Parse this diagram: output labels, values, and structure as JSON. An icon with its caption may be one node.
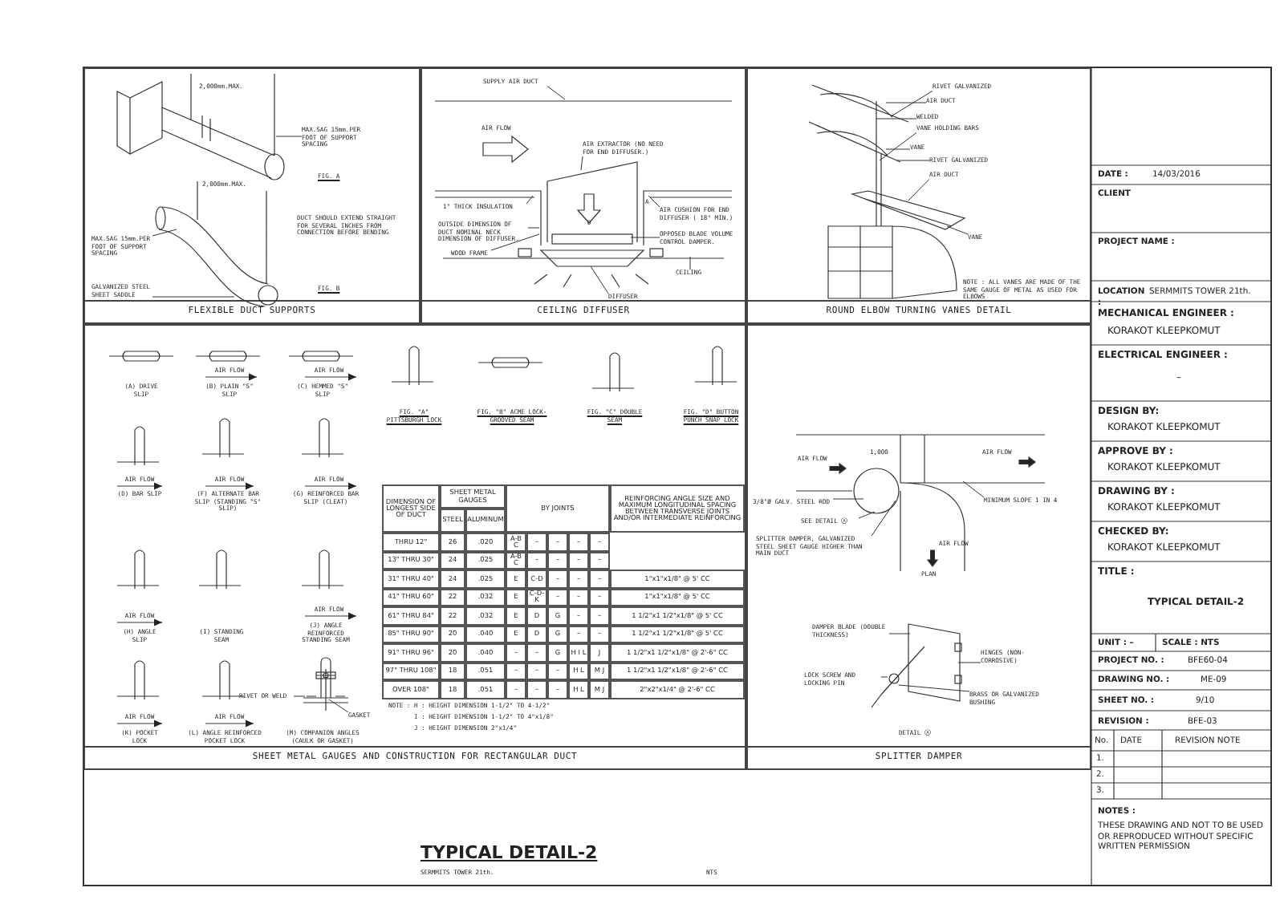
{
  "diagram": {
    "title": "TYPICAL DETAIL-2",
    "nodes": [
      {
        "text": [
          "FLEXIBLE DUCT SUPPORTS"
        ]
      },
      {
        "text": [
          "CEILING DIFFUSER"
        ]
      },
      {
        "text": [
          "ROUND ELBOW TURNING VANES DETAIL"
        ]
      },
      {
        "text": [
          "SHEET METAL GAUGES AND CONSTRUCTION FOR RECTANGULAR DUCT"
        ]
      },
      {
        "text": [
          "SPLITTER DAMPER"
        ]
      },
      {
        "text": [],
        "shape": "picture",
        "in": 0
      },
      {
        "text": [
          "MAX.SAG 15mm.PER FOOT OF SUPPORT SPACING"
        ],
        "in": 0
      },
      {
        "text": [
          "MAX.SAG 15mm.PER FOOT OF SUPPORT SPACING"
        ],
        "in": 5
      },
      {
        "text": [
          "GALVANIZED STEEL SHEET SADDLE"
        ],
        "in": 5
      },
      {
        "text": [],
        "shape": "picture",
        "in": 1
      },
      {
        "text": [
          "SUPPLY AIR DUCT"
        ],
        "in": 1
      },
      {
        "text": [
          "AIR EXTRACTOR (NO NEED FOR END DIFFUSER.)"
        ],
        "in": 9
      },
      {
        "text": [
          "1\" THICK INSULATION"
        ],
        "in": 9
      },
      {
        "text": [
          "OUTSIDE DIMENSION OF DUCT NOMINAL NECK DIMENSION OF DIFFUSER."
        ],
        "in": 9
      },
      {
        "text": [
          "AIR CUSHION FOR END DIFFUSER ( 18\" MIN.)"
        ],
        "in": 9
      },
      {
        "text": [
          "OPPOSED BLADE VOLUME CONTROL DAMPER."
        ],
        "in": 9
      },
      {
        "text": [
          "WOOD FRAME"
        ],
        "in": 9
      },
      {
        "text": [
          "CEILING"
        ],
        "in": 9
      },
      {
        "text": [
          "DIFFUSER"
        ],
        "in": 1
      },
      {
        "text": [],
        "shape": "picture",
        "in": 2
      },
      {
        "text": [
          "RIVET GALVANIZED"
        ],
        "in": 19
      },
      {
        "text": [
          "AIR DUCT"
        ],
        "in": 19
      },
      {
        "text": [
          "WELDED"
        ],
        "in": 19
      },
      {
        "text": [
          "VANE HOLDING BARS"
        ],
        "in": 19
      },
      {
        "text": [
          "VANE"
        ],
        "in": 19
      },
      {
        "text": [
          "RIVET GALVANIZED"
        ],
        "in": 19
      },
      {
        "text": [
          "AIR DUCT"
        ],
        "in": 19
      },
      {
        "text": [
          "VANE"
        ],
        "in": 19
      },
      {
        "text": [
          "RIVET OR WELD"
        ],
        "in": 3
      },
      {
        "text": [
          "GASKET"
        ],
        "in": 3
      },
      {
        "text": [],
        "shape": "picture",
        "in": 3
      },
      {
        "text": [],
        "shape": "picture",
        "in": 4
      },
      {
        "text": [
          "MINIMUM SLOPE 1 IN 4"
        ],
        "in": 31
      },
      {
        "text": [
          "3/8\"Ø GALV. STEEL ROD"
        ],
        "in": 4
      },
      {
        "text": [
          "SEE DETAIL Ⓐ"
        ],
        "in": 31
      },
      {
        "text": [
          "SPLITTER DAMPER, GALVANIZED STEEL SHEET GAUGE HIGHER THAN MAIN DUCT"
        ],
        "in": 31
      },
      {
        "text": [],
        "shape": "picture",
        "in": 4
      },
      {
        "text": [
          "DAMPER BLADE (DOUBLE THICKNESS)"
        ],
        "in": 4
      },
      {
        "text": [
          "LOCK SCREW AND LOCKING PIN"
        ],
        "in": 4
      },
      {
        "text": [
          "HINGES (NON-CORROSIVE)"
        ],
        "in": 4
      },
      {
        "text": [
          "BRASS OR GALVANIZED BUSHING"
        ],
        "in": 4
      }
    ],
    "edges": [
      {
        "from": 6,
        "to": 5,
        "arrow": "none"
      },
      {
        "from": 7,
        "to": 5,
        "arrow": "none"
      },
      {
        "from": 8,
        "to": 5,
        "arrow": "none"
      },
      {
        "from": 10,
        "to": 9,
        "arrow": "none"
      },
      {
        "from": 11,
        "to": 9,
        "arrow": "none"
      },
      {
        "from": 12,
        "to": 9,
        "arrow": "none"
      },
      {
        "from": 13,
        "to": 9,
        "arrow": "none"
      },
      {
        "from": 14,
        "to": 9,
        "arrow": "none"
      },
      {
        "from": 15,
        "to": 9,
        "arrow": "none"
      },
      {
        "from": 16,
        "to": 9,
        "arrow": "none"
      },
      {
        "from": 17,
        "to": 9,
        "arrow": "none"
      },
      {
        "from": 18,
        "to": 9,
        "arrow": "none"
      },
      {
        "from": 20,
        "to": 19,
        "arrow": "none"
      },
      {
        "from": 21,
        "to": 19,
        "arrow": "none"
      },
      {
        "from": 22,
        "to": 19,
        "arrow": "none"
      },
      {
        "from": 23,
        "to": 19,
        "arrow": "none"
      },
      {
        "from": 24,
        "to": 19,
        "arrow": "none"
      },
      {
        "from": 25,
        "to": 19,
        "arrow": "none"
      },
      {
        "from": 26,
        "to": 19,
        "arrow": "none"
      },
      {
        "from": 27,
        "to": 19,
        "arrow": "none"
      },
      {
        "from": 28,
        "to": 30,
        "arrow": "none"
      },
      {
        "from": 29,
        "to": 30,
        "arrow": "none"
      },
      {
        "from": 32,
        "to": 31,
        "arrow": "none"
      },
      {
        "from": 33,
        "to": 31,
        "arrow": "none"
      },
      {
        "from": 34,
        "to": 31,
        "arrow": "none"
      },
      {
        "from": 35,
        "to": 31,
        "arrow": "none"
      },
      {
        "from": 37,
        "to": 36,
        "arrow": "none"
      },
      {
        "from": 38,
        "to": 36,
        "arrow": "none"
      },
      {
        "from": 39,
        "to": 36,
        "arrow": "none"
      },
      {
        "from": 40,
        "to": 36,
        "arrow": "none"
      }
    ],
    "labels": [
      "2,000mm.MAX.",
      "FIG. A",
      "2,000mm.MAX.",
      "DUCT SHOULD EXTEND STRAIGHT FOR SEVERAL INCHES FROM CONNECTION BEFORE BENDING",
      "FIG. B",
      "AIR FLOW",
      "D",
      "A",
      "NOTE : ALL VANES ARE MADE OF THE SAME GAUGE OF METAL AS USED FOR ELBOWS",
      "(A) DRIVE SLIP",
      "AIR FLOW",
      "(B) PLAIN \"S\" SLIP",
      "AIR FLOW",
      "(C) HEMMED \"S\" SLIP",
      "FIG. \"A\" PITTSBURGH LOCK",
      "FIG. \"B\" ACME LOCK-GROOVED SEAM",
      "FIG. \"C\" DOUBLE SEAM",
      "FIG. \"D\" BUTTON PUNCH SNAP LOCK",
      "AIR FLOW",
      "(D) BAR SLIP",
      "AIR FLOW",
      "(F) ALTERNATE BAR SLIP (STANDING \"S\" SLIP)",
      "AIR FLOW",
      "(G) REINFORCED BAR SLIP (CLEAT)",
      "AIR FLOW",
      "(H) ANGLE SLIP",
      "(I) STANDING SEAM",
      "AIR FLOW",
      "(J) ANGLE REINFORCED STANDING SEAM",
      "AIR FLOW",
      "(K) POCKET LOCK",
      "AIR FLOW",
      "(L) ANGLE REINFORCED POCKET LOCK",
      "(M) COMPANION ANGLES (CAULK OR GASKET)",
      "DIMENSION OF LONGEST SIDE OF DUCT",
      "SHEET METAL GAUGES",
      "BY JOINTS",
      "REINFORCING ANGLE SIZE AND MAXIMUM LONGITUDINAL SPACING BETWEEN TRANSVERSE JOINTS AND/OR INTERMEDIATE REINFORCING",
      "STEEL",
      "ALUMINUM",
      "THRU 12\"",
      "26",
      ".020",
      "A-B C",
      "–",
      "–",
      "–",
      "–",
      "13\" THRU 30\"",
      "24",
      ".025",
      "A-B C",
      "–",
      "–",
      "–",
      "–",
      "31\" THRU 40\"",
      "24",
      ".025",
      "E",
      "C-D",
      "–",
      "–",
      "–",
      "1\"x1\"x1/8\" @ 5' CC",
      "41\" THRU 60\"",
      "22",
      ".032",
      "E",
      "C-D-K",
      "–",
      "–",
      "–",
      "1\"x1\"x1/8\" @ 5' CC",
      "61\" THRU 84\"",
      "22",
      ".032",
      "E",
      "D",
      "G",
      "–",
      "–",
      "1 1/2\"x1 1/2\"x1/8\" @ 5' CC",
      "85\" THRU 90\"",
      "20",
      ".040",
      "E",
      "D",
      "G",
      "–",
      "–",
      "1 1/2\"x1 1/2\"x1/8\" @ 5' CC",
      "91\" THRU 96\"",
      "20",
      ".040",
      "–",
      "–",
      "G",
      "H I L",
      "J",
      "1 1/2\"x1 1/2\"x1/8\" @ 2'-6\" CC",
      "97\" THRU 108\"",
      "18",
      ".051",
      "–",
      "–",
      "–",
      "H L",
      "M J",
      "1 1/2\"x1 1/2\"x1/8\" @ 2'-6\" CC",
      "OVER 108\"",
      "18",
      ".051",
      "–",
      "–",
      "–",
      "H L",
      "M J",
      "2\"x2\"x1/4\" @ 2'-6\" CC",
      "NOTE :",
      "H : HEIGHT DIMENSION 1-1/2\" TO 4-1/2\"",
      "I : HEIGHT DIMENSION 1-1/2\" TO 4\"x1/8\"",
      "J : HEIGHT DIMENSION 2\"x1/4\"",
      "1,000",
      "AIR FLOW",
      "AIR FLOW",
      "AIR FLOW",
      "PLAN",
      "DETAIL Ⓐ",
      "SERMMITS TOWER 21th.",
      "NTS",
      "DATE :",
      "14/03/2016",
      "CLIENT",
      "PROJECT NAME :",
      "LOCATION :",
      "SERMMITS TOWER 21th.",
      "MECHANICAL ENGINEER :",
      "KORAKOT KLEEPKOMUT",
      "ELECTRICAL ENGINEER :",
      "–",
      "DESIGN BY:",
      "KORAKOT KLEEPKOMUT",
      "APPROVE BY :",
      "KORAKOT KLEEPKOMUT",
      "DRAWING BY :",
      "KORAKOT KLEEPKOMUT",
      "CHECKED BY:",
      "KORAKOT KLEEPKOMUT",
      "TITLE :",
      "TYPICAL DETAIL-2",
      "UNIT : –",
      "SCALE : NTS",
      "PROJECT NO. :",
      "BFE60-04",
      "DRAWING NO. :",
      "ME-09",
      "SHEET NO. :",
      "9/10",
      "REVISION :",
      "BFE-03",
      "No.",
      "DATE",
      "REVISION NOTE",
      "1.",
      "2.",
      "3.",
      "NOTES :",
      "THESE DRAWING AND NOT TO BE USED OR REPRODUCED WITHOUT SPECIFIC WRITTEN PERMISSION"
    ]
  }
}
